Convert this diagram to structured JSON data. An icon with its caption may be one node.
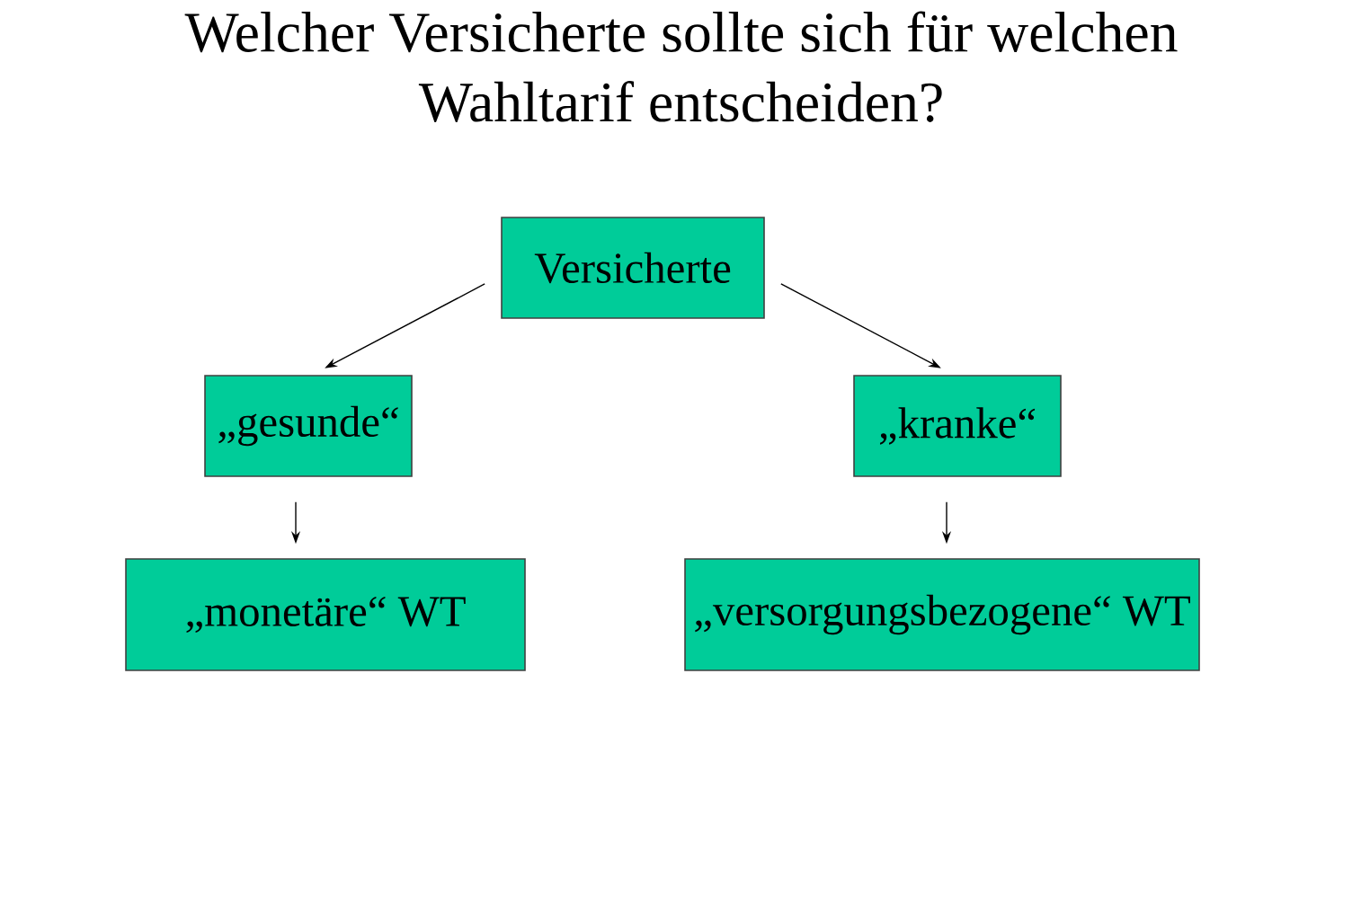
{
  "diagram": {
    "title": "Welcher Versicherte sollte sich für welchen Wahltarif entscheiden?",
    "nodes": [
      {
        "text": [
          "Versicherte"
        ]
      },
      {
        "text": [
          "„gesunde“"
        ]
      },
      {
        "text": [
          "„kranke“"
        ]
      },
      {
        "text": [
          "„monetäre“ WT"
        ]
      },
      {
        "text": [
          "„versorgungsbezogene“ WT"
        ]
      }
    ],
    "edges": [
      {
        "from": 0,
        "to": 1,
        "arrow": "to"
      },
      {
        "from": 0,
        "to": 2,
        "arrow": "to"
      },
      {
        "from": 1,
        "to": 3,
        "arrow": "to"
      },
      {
        "from": 2,
        "to": 4,
        "arrow": "to"
      }
    ]
  }
}
